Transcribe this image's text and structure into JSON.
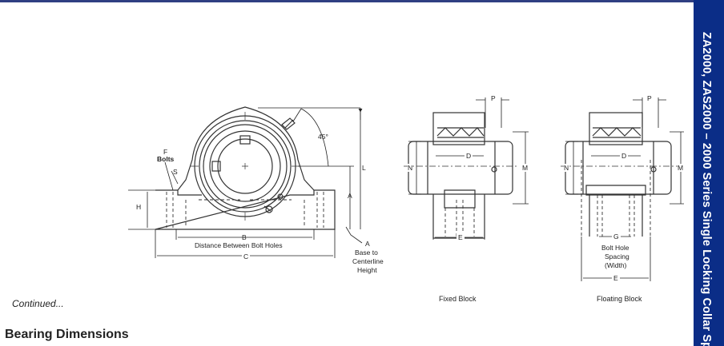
{
  "sidebar": {
    "title": "ZA2000, ZAS2000 – 2000 Series Single Locking Collar Sphe"
  },
  "continued_label": "Continued...",
  "section_heading": "Bearing Dimensions",
  "captions": {
    "fixed": "Fixed Block",
    "floating": "Floating Block"
  },
  "front_view": {
    "f_label": "F",
    "bolts_label": "Bolts",
    "s_label": "S",
    "h_label": "H",
    "angle_label": "45°",
    "l_label": "L",
    "a_label": "A",
    "b_label": "B",
    "bolt_distance_label": "Distance Between Bolt Holes",
    "c_label": "C",
    "a_note_letter": "A",
    "a_note_line1": "Base to",
    "a_note_line2": "Centerline",
    "a_note_line3": "Height"
  },
  "fixed_view": {
    "p_label": "P",
    "d_label": "D",
    "n_label": "N",
    "m_label": "M",
    "e_label": "E"
  },
  "floating_view": {
    "p_label": "P",
    "d_label": "D",
    "n_label": "N",
    "m_label": "M",
    "g_label": "G",
    "spacing_line1": "Bolt Hole",
    "spacing_line2": "Spacing",
    "spacing_line3": "(Width)",
    "e_label": "E"
  },
  "colors": {
    "sidebar_bg": "#0b2d87",
    "top_rule": "#2f3f82"
  }
}
